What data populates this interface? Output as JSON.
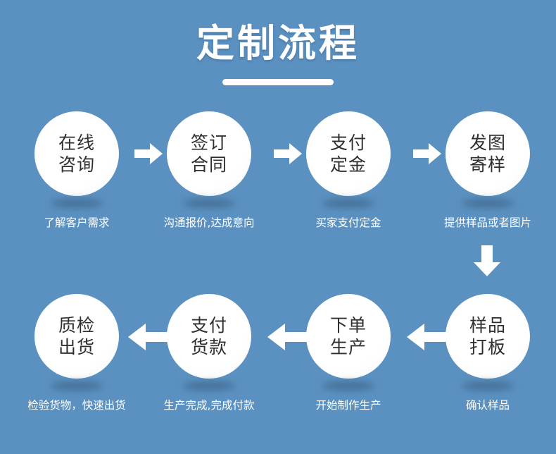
{
  "header": {
    "title": "定制流程",
    "rule": "title-underline"
  },
  "theme": {
    "background": "#5b91c0",
    "node_fill": "#ffffff",
    "node_text": "#2f2f2f",
    "caption_text": "#ffffff",
    "arrow_fill": "#ffffff"
  },
  "flow": {
    "rows": [
      {
        "direction": "right",
        "steps": [
          {
            "line1": "在线",
            "line2": "咨询",
            "caption": "了解客户需求"
          },
          {
            "line1": "签订",
            "line2": "合同",
            "caption": "沟通报价,达成意向"
          },
          {
            "line1": "支付",
            "line2": "定金",
            "caption": "买家支付定金"
          },
          {
            "line1": "发图",
            "line2": "寄样",
            "caption": "提供样品或者图片"
          }
        ]
      },
      {
        "direction": "left",
        "steps": [
          {
            "line1": "质检",
            "line2": "出货",
            "caption": "检验货物，快速出货"
          },
          {
            "line1": "支付",
            "line2": "货款",
            "caption": "生产完成,完成付款"
          },
          {
            "line1": "下单",
            "line2": "生产",
            "caption": "开始制作生产"
          },
          {
            "line1": "样品",
            "line2": "打板",
            "caption": "确认样品"
          }
        ]
      }
    ],
    "connector_down": "arrow-down-icon"
  }
}
